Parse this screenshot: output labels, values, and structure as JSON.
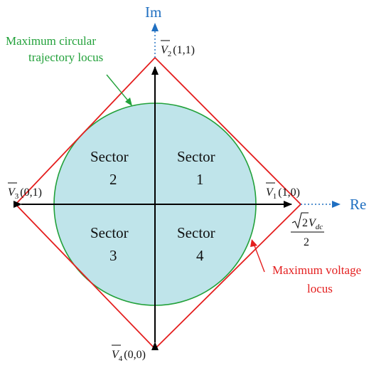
{
  "axes": {
    "real_label": "Re",
    "imag_label": "Im"
  },
  "sectors": [
    {
      "label": "Sector",
      "number": "1"
    },
    {
      "label": "Sector",
      "number": "2"
    },
    {
      "label": "Sector",
      "number": "3"
    },
    {
      "label": "Sector",
      "number": "4"
    }
  ],
  "vectors": [
    {
      "symbol": "V",
      "subscript": "1",
      "state": "(1,0)"
    },
    {
      "symbol": "V",
      "subscript": "2",
      "state": "(1,1)"
    },
    {
      "symbol": "V",
      "subscript": "3",
      "state": "(0,1)"
    },
    {
      "symbol": "V",
      "subscript": "4",
      "state": "(0,0)"
    }
  ],
  "magnitude": {
    "root": "2",
    "symbol": "V",
    "subscript": "dc",
    "denominator": "2"
  },
  "callouts": {
    "circle_line1": "Maximum circular",
    "circle_line2": "trajectory locus",
    "diamond_line1": "Maximum voltage",
    "diamond_line2": "locus"
  },
  "colors": {
    "circle_fill": "#bfe4ea",
    "circle_stroke": "#22a13a",
    "diamond_stroke": "#e41e1e",
    "axis_arrow": "#1f6fc1",
    "axis_label": "#1f6fc1",
    "circle_callout": "#22a13a",
    "diamond_callout": "#e41e1e",
    "axis_line": "#000000"
  }
}
